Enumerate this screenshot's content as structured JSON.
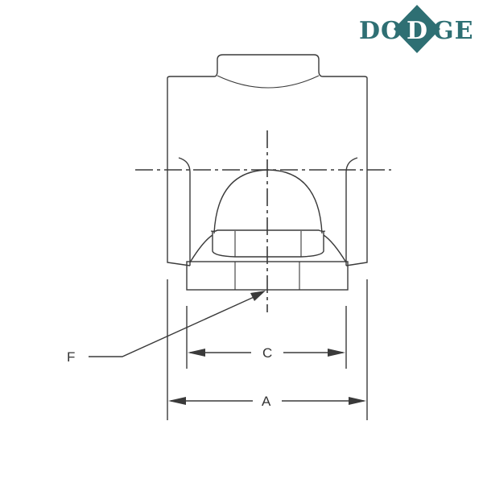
{
  "brand": {
    "left": "DO",
    "diamond": "D",
    "right": "GE",
    "color": "#2e6f73",
    "diamond_color": "#2e6f73"
  },
  "drawing": {
    "line_color": "#3a3a3a",
    "labels": {
      "F": "F",
      "C": "C",
      "A": "A"
    }
  }
}
